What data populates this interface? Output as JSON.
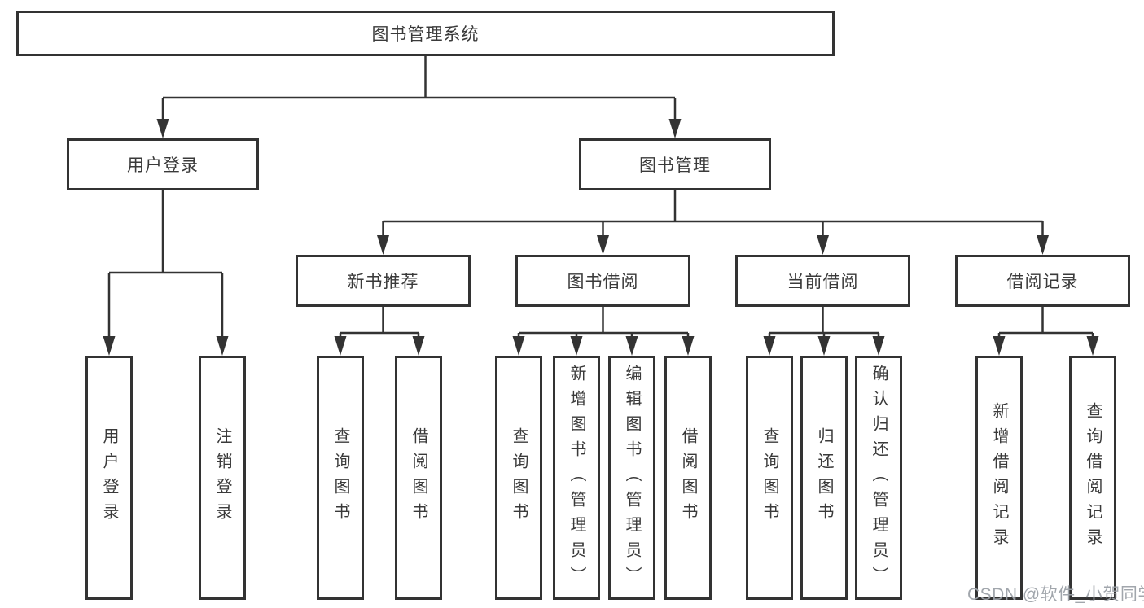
{
  "diagram": {
    "type": "hierarchy-tree",
    "root": {
      "label": "图书管理系统"
    },
    "level2": [
      {
        "label": "用户登录",
        "parent": "图书管理系统"
      },
      {
        "label": "图书管理",
        "parent": "图书管理系统"
      }
    ],
    "level3": [
      {
        "label": "新书推荐",
        "parent": "图书管理"
      },
      {
        "label": "图书借阅",
        "parent": "图书管理"
      },
      {
        "label": "当前借阅",
        "parent": "图书管理"
      },
      {
        "label": "借阅记录",
        "parent": "图书管理"
      }
    ],
    "leaves": [
      {
        "label": "用户登录",
        "parent": "用户登录"
      },
      {
        "label": "注销登录",
        "parent": "用户登录"
      },
      {
        "label": "查询图书",
        "parent": "新书推荐"
      },
      {
        "label": "借阅图书",
        "parent": "新书推荐"
      },
      {
        "label": "查询图书",
        "parent": "图书借阅"
      },
      {
        "label": "新增图书（管理员）",
        "parent": "图书借阅"
      },
      {
        "label": "编辑图书（管理员）",
        "parent": "图书借阅"
      },
      {
        "label": "借阅图书",
        "parent": "图书借阅"
      },
      {
        "label": "查询图书",
        "parent": "当前借阅"
      },
      {
        "label": "归还图书",
        "parent": "当前借阅"
      },
      {
        "label": "确认归还（管理员）",
        "parent": "当前借阅"
      },
      {
        "label": "新增借阅记录",
        "parent": "借阅记录"
      },
      {
        "label": "查询借阅记录",
        "parent": "借阅记录"
      }
    ]
  },
  "watermark": "CSDN @软件_小贺同学",
  "colors": {
    "line": "#333333",
    "text": "#3a3a3a",
    "background": "#ffffff",
    "watermark": "#9ca1a8"
  }
}
